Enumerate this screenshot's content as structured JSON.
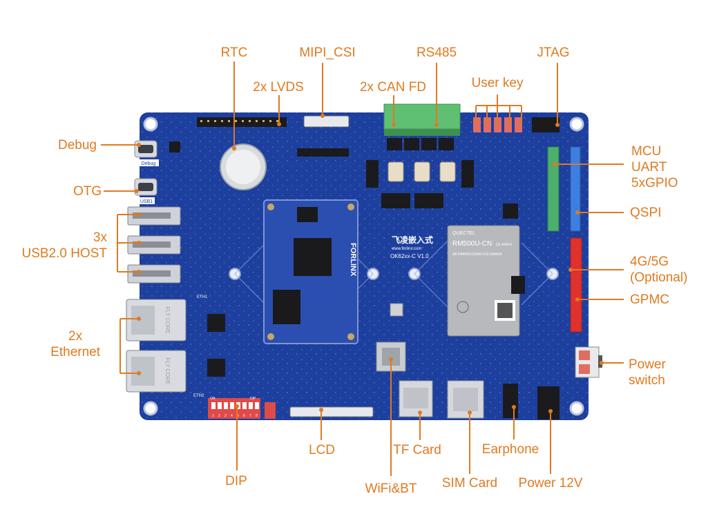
{
  "colors": {
    "label": "#e07a1f",
    "board": "#1d3f9e",
    "board_dark": "#16307e"
  },
  "board": {
    "brand_text": "FORLINX",
    "brand_cn": "飞凌嵌入式",
    "brand_url": "www.forlinx.com",
    "model_text": "OK62xx-C V1.0",
    "module_brand": "QUECTEL",
    "module_model": "RM500U-CN",
    "module_sub": "Q1-A4614",
    "module_code": "AB RM500UCNAB-D10-SNADA",
    "port_debug": "Debug",
    "port_usb": "USB1",
    "eth1": "ETH1",
    "eth2": "ETH2",
    "eth_jack_text": "FLY CORE",
    "dip_on": "ON",
    "dip_mark": "DIP",
    "dip_numbers": [
      "1",
      "2",
      "3",
      "4",
      "5",
      "6",
      "7",
      "8"
    ]
  },
  "labels": {
    "rtc": "RTC",
    "mipi_csi": "MIPI_CSI",
    "rs485": "RS485",
    "jtag": "JTAG",
    "lvds": "2x LVDS",
    "can_fd": "2x CAN FD",
    "user_key": "User key",
    "debug": "Debug",
    "otg": "OTG",
    "usb_host": [
      "3x",
      "USB2.0 HOST"
    ],
    "ethernet": [
      "2x",
      "Ethernet"
    ],
    "mcu": [
      "MCU",
      "UART",
      "5xGPIO"
    ],
    "qspi": "QSPI",
    "g45": [
      "4G/5G",
      "(Optional)"
    ],
    "gpmc": "GPMC",
    "power_switch": [
      "Power",
      "switch"
    ],
    "dip": "DIP",
    "lcd": "LCD",
    "wifi_bt": "WiFi&BT",
    "tf_card": "TF Card",
    "sim_card": "SIM Card",
    "earphone": "Earphone",
    "power_12v": "Power 12V"
  }
}
